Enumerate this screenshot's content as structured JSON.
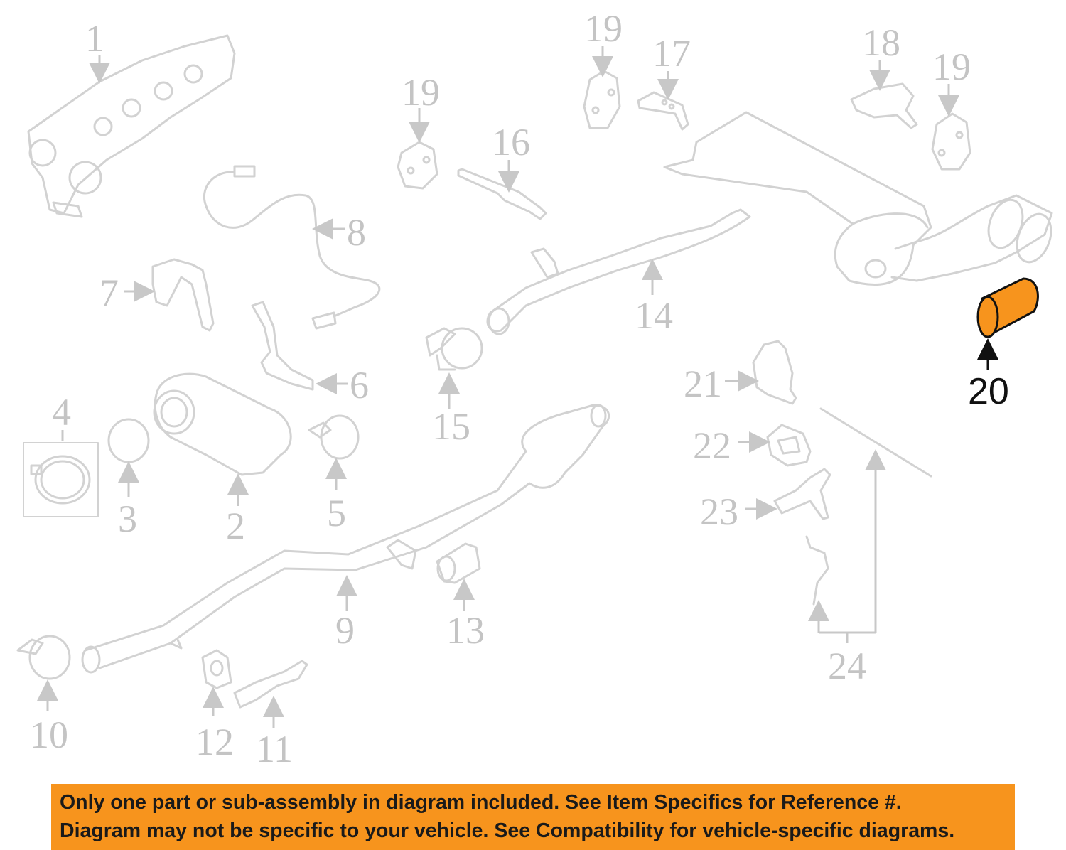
{
  "callouts": {
    "c1": "1",
    "c2": "2",
    "c3": "3",
    "c4": "4",
    "c5": "5",
    "c6": "6",
    "c7": "7",
    "c8": "8",
    "c9": "9",
    "c10": "10",
    "c11": "11",
    "c12": "12",
    "c13": "13",
    "c14": "14",
    "c15": "15",
    "c16": "16",
    "c17": "17",
    "c18": "18",
    "c19a": "19",
    "c19b": "19",
    "c19c": "19",
    "c20": "20",
    "c21": "21",
    "c22": "22",
    "c23": "23",
    "c24": "24"
  },
  "highlight": {
    "part_number": "20",
    "color": "#f7941d"
  },
  "notice": {
    "line1": "Only one part or sub-assembly in diagram included. See Item Specifics for Reference #.",
    "line2": "Diagram may not be specific to your vehicle. See Compatibility for vehicle-specific diagrams.",
    "background": "#f7941d"
  }
}
